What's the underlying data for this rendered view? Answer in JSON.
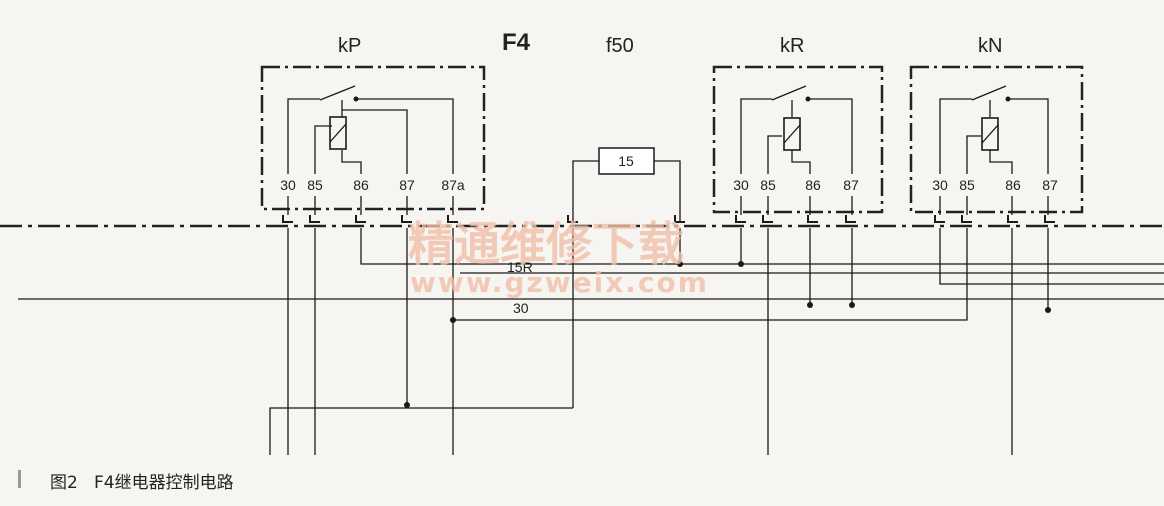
{
  "title": "F4",
  "fuse": {
    "name": "f50",
    "value": "15"
  },
  "relays": [
    {
      "name": "kP",
      "pins": [
        "30",
        "85",
        "86",
        "87",
        "87a"
      ]
    },
    {
      "name": "kR",
      "pins": [
        "30",
        "85",
        "86",
        "87"
      ]
    },
    {
      "name": "kN",
      "pins": [
        "30",
        "85",
        "86",
        "87"
      ]
    }
  ],
  "wires": {
    "terminal_15r": "15R",
    "terminal_30": "30"
  },
  "watermark": {
    "cn": "精通维修下载",
    "url": "www.gzweix.com"
  },
  "caption": "图2   F4继电器控制电路",
  "colors": {
    "line": "#1a1a1a",
    "background": "#f6f5f1",
    "watermark": "#f0bfa8"
  }
}
